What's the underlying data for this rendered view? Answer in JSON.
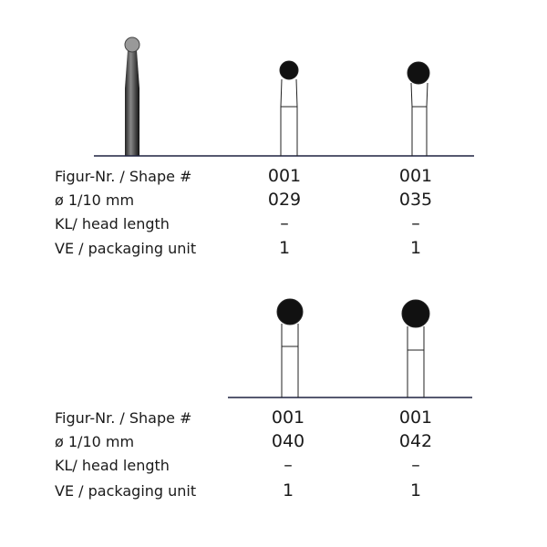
{
  "colors": {
    "rule": "#1e2240",
    "ink": "#1a1a1a"
  },
  "labels": [
    "Figur-Nr. / Shape #",
    "ø 1/10 mm",
    "KL/ head length",
    "VE / packaging unit"
  ],
  "top": {
    "products": [
      {
        "shape": "001",
        "diameter": "029",
        "head_length": "–",
        "packaging_unit": "1"
      },
      {
        "shape": "001",
        "diameter": "035",
        "head_length": "–",
        "packaging_unit": "1"
      }
    ]
  },
  "bottom": {
    "products": [
      {
        "shape": "001",
        "diameter": "040",
        "head_length": "–",
        "packaging_unit": "1"
      },
      {
        "shape": "001",
        "diameter": "042",
        "head_length": "–",
        "packaging_unit": "1"
      }
    ]
  }
}
